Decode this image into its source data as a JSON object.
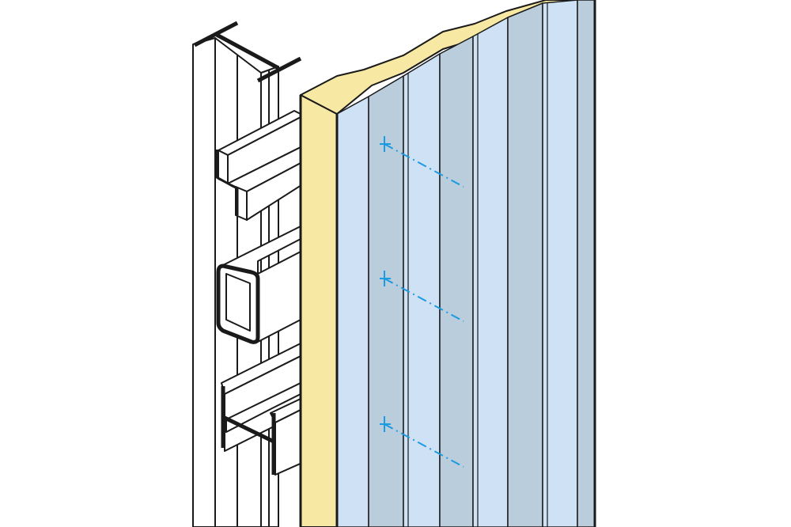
{
  "colors": {
    "background": "#ffffff",
    "outline": "#1a1a1a",
    "steel_fill": "#ffffff",
    "insulation_core": "#f7e9a3",
    "panel_face_light": "#cfe1f4",
    "panel_face_shade": "#b9cddd",
    "fixing_line": "#1c9be0"
  },
  "components": {
    "column": "i-beam-column",
    "purlins": [
      "z-purlin",
      "rectangular-hollow-section",
      "h-section"
    ],
    "cladding": "insulated-sandwich-panel",
    "fixings": 3
  }
}
